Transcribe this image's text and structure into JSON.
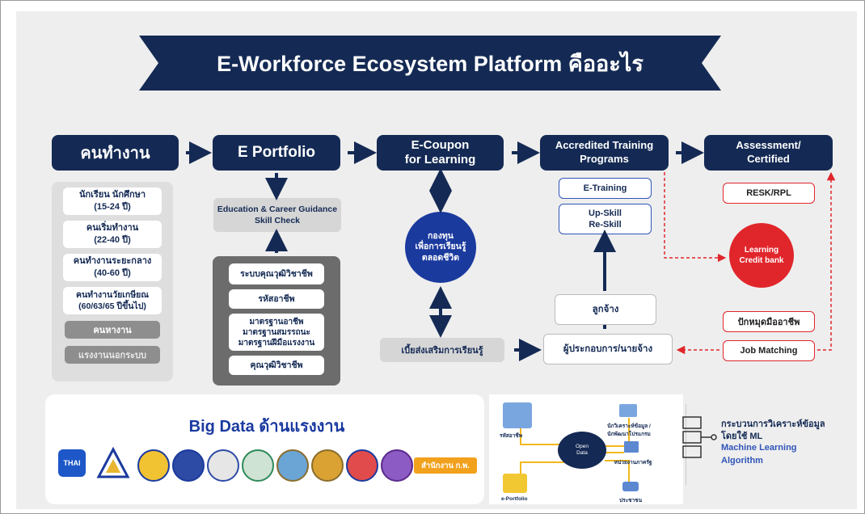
{
  "title": "E-Workforce Ecosystem Platform คืออะไร",
  "flow": {
    "workers": "คนทำงาน",
    "portfolio": "E Portfolio",
    "coupon": "E-Coupon\nfor Learning",
    "training": "Accredited Training\nPrograms",
    "assessment": "Assessment/\nCertified"
  },
  "worker_groups": [
    "นักเรียน นักศึกษา\n(15-24 ปี)",
    "คนเริ่มทำงาน\n(22-40 ปี)",
    "คนทำงานระยะกลาง\n(40-60 ปี)",
    "คนทำงานวัยเกษียณ\n(60/63/65 ปีขึ้นไป)"
  ],
  "worker_buttons": [
    "คนหางาน",
    "แรงงานนอกระบบ"
  ],
  "guidance": "Education & Career Guidance\nSkill Check",
  "standards": [
    "ระบบคุณวุฒิวิชาชีพ",
    "รหัสอาชีพ",
    "มาตรฐานอาชีพ\nมาตรฐานสมรรถนะ\nมาตรฐานฝีมือแรงงาน",
    "คุณวุฒิวิชาชีพ"
  ],
  "fund": "กองทุน\nเพื่อการเรียนรู้\nตลอดชีวิต",
  "learning_allowance": "เบี้ยส่งเสริมการเรียนรู้",
  "training_items": [
    "E-Training",
    "Up-Skill\nRe-Skill"
  ],
  "employee": "ลูกจ้าง",
  "employer": "ผู้ประกอบการ/นายจ้าง",
  "assessment_items": [
    "RESK/RPL",
    "ปักหมุดมืออาชีพ",
    "Job Matching"
  ],
  "credit_bank": "Learning\nCredit bank",
  "big_data": {
    "title": "Big Data ด้านแรงงาน",
    "thai_logo": "THAI",
    "logo_caption": "สำนักงาน ก.พ."
  },
  "open_data": {
    "center": "Open\nData",
    "left_top": "รหัสอาชีพ",
    "left_bottom": "e-Portfolio",
    "right_items": [
      "นักวิเคราะห์ข้อมูล /\nนักพัฒนาโปรแกรม",
      "หน่วยงานภาครัฐ",
      "ประชาชน"
    ]
  },
  "ml": {
    "line1": "กระบวนการวิเคราะห์ข้อมูล",
    "line2": "โดยใช้ ML",
    "line3": "Machine Learning",
    "line4": "Algorithm"
  },
  "colors": {
    "navy": "#142a54",
    "blue": "#2f55b8",
    "red": "#e0262b",
    "gray_panel": "#6c6c6c",
    "light_panel": "#d6d6d6",
    "fund_circle": "#1b3a9e"
  }
}
